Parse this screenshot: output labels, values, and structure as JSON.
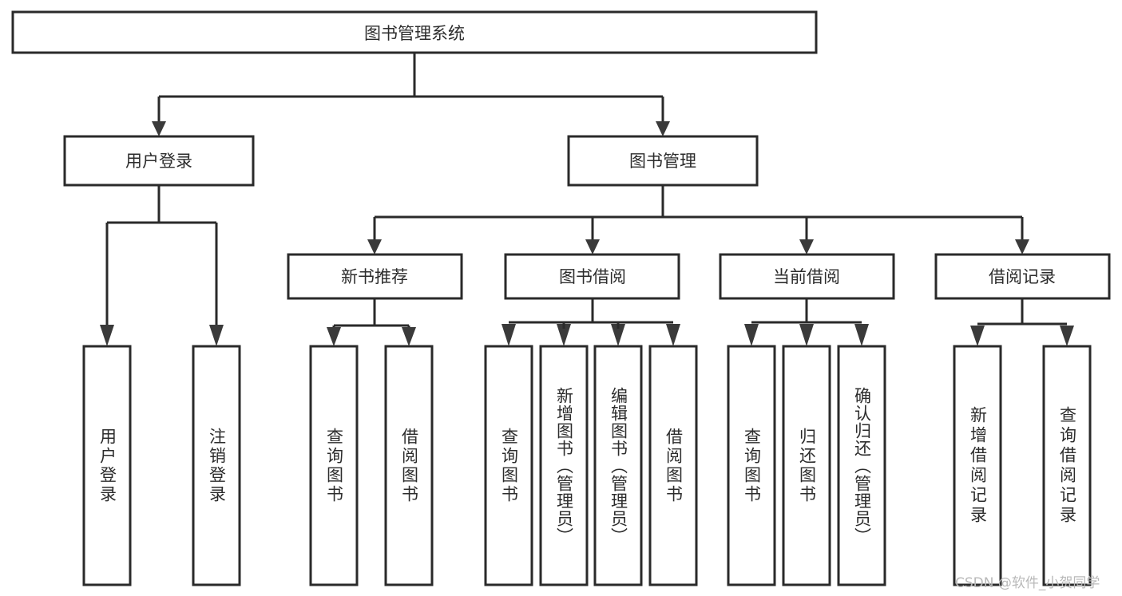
{
  "diagram": {
    "title": "图书管理系统",
    "type": "tree",
    "root": {
      "id": "root",
      "label": "图书管理系统",
      "orientation": "horizontal"
    },
    "level2": [
      {
        "id": "user-login",
        "label": "用户登录",
        "orientation": "horizontal"
      },
      {
        "id": "book-management",
        "label": "图书管理",
        "orientation": "horizontal"
      }
    ],
    "level3": [
      {
        "id": "new-book-recommend",
        "label": "新书推荐",
        "parent": "book-management",
        "orientation": "horizontal"
      },
      {
        "id": "book-borrow",
        "label": "图书借阅",
        "parent": "book-management",
        "orientation": "horizontal"
      },
      {
        "id": "current-borrow",
        "label": "当前借阅",
        "parent": "book-management",
        "orientation": "horizontal"
      },
      {
        "id": "borrow-record",
        "label": "借阅记录",
        "parent": "book-management",
        "orientation": "horizontal"
      }
    ],
    "leaves": [
      {
        "id": "leaf-user-login",
        "label": "用户登录",
        "parent": "user-login",
        "orientation": "vertical"
      },
      {
        "id": "leaf-user-logout",
        "label": "注销登录",
        "parent": "user-login",
        "orientation": "vertical"
      },
      {
        "id": "leaf-query-book-1",
        "label": "查询图书",
        "parent": "new-book-recommend",
        "orientation": "vertical"
      },
      {
        "id": "leaf-borrow-book-1",
        "label": "借阅图书",
        "parent": "new-book-recommend",
        "orientation": "vertical"
      },
      {
        "id": "leaf-query-book-2",
        "label": "查询图书",
        "parent": "book-borrow",
        "orientation": "vertical"
      },
      {
        "id": "leaf-add-book",
        "label": "新增图书（管理员）",
        "parent": "book-borrow",
        "orientation": "vertical"
      },
      {
        "id": "leaf-edit-book",
        "label": "编辑图书（管理员）",
        "parent": "book-borrow",
        "orientation": "vertical"
      },
      {
        "id": "leaf-borrow-book-2",
        "label": "借阅图书",
        "parent": "book-borrow",
        "orientation": "vertical"
      },
      {
        "id": "leaf-query-book-3",
        "label": "查询图书",
        "parent": "current-borrow",
        "orientation": "vertical"
      },
      {
        "id": "leaf-return-book",
        "label": "归还图书",
        "parent": "current-borrow",
        "orientation": "vertical"
      },
      {
        "id": "leaf-confirm-return",
        "label": "确认归还（管理员）",
        "parent": "current-borrow",
        "orientation": "vertical"
      },
      {
        "id": "leaf-add-record",
        "label": "新增借阅记录",
        "parent": "borrow-record",
        "orientation": "vertical"
      },
      {
        "id": "leaf-query-record",
        "label": "查询借阅记录",
        "parent": "borrow-record",
        "orientation": "vertical"
      }
    ]
  },
  "watermark": {
    "text": "CSDN @软件_小贺同学"
  },
  "colors": {
    "stroke": "#2a2a2a",
    "text": "#2c2c2c",
    "background": "#ffffff",
    "watermark": "#b9b9b9"
  }
}
